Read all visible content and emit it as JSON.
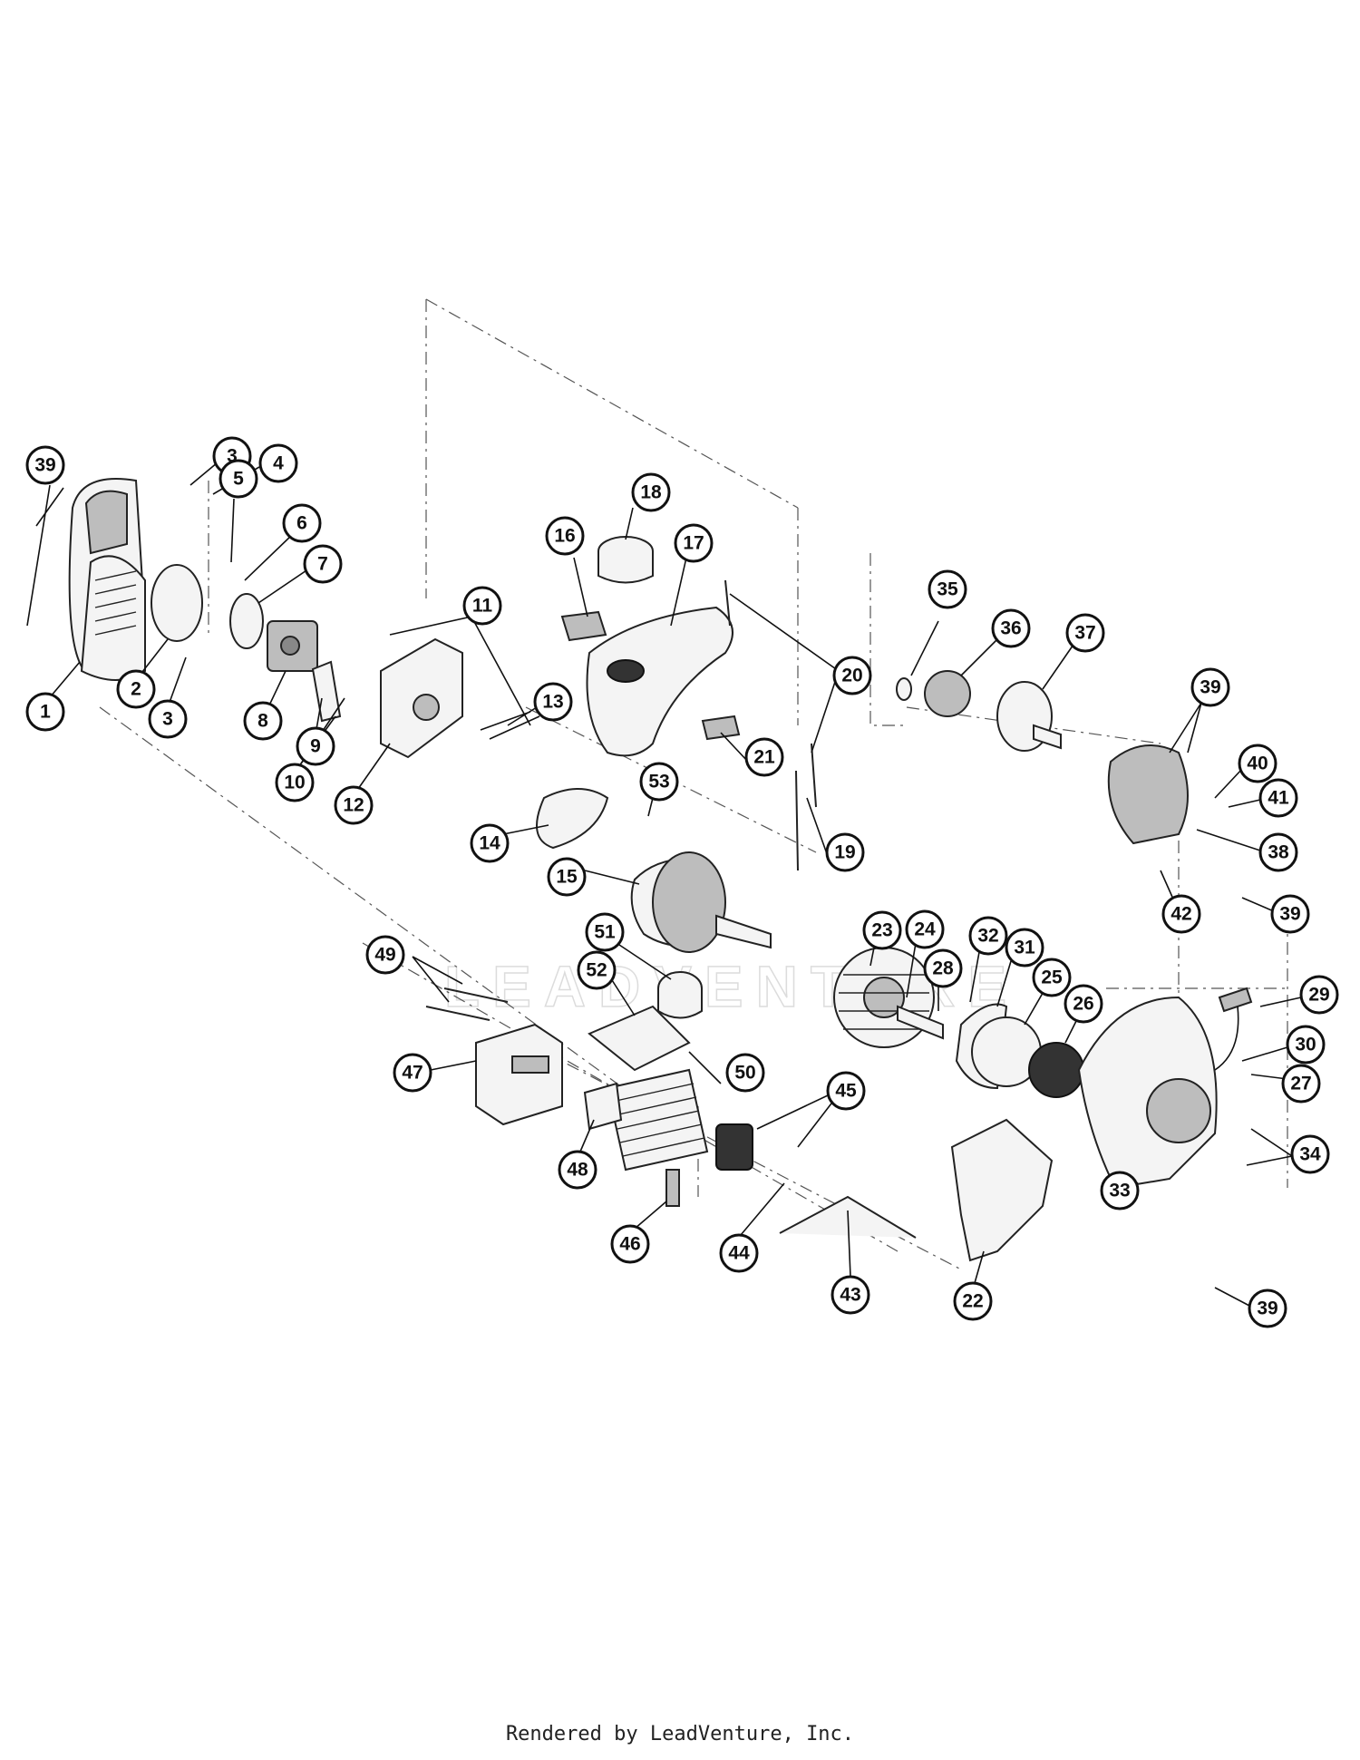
{
  "watermark": "LEADVENTURE",
  "footer": "Rendered by LeadVenture, Inc.",
  "callouts": [
    "39",
    "3",
    "4",
    "5",
    "6",
    "7",
    "1",
    "2",
    "3",
    "8",
    "9",
    "10",
    "11",
    "12",
    "13",
    "14",
    "16",
    "18",
    "17",
    "20",
    "21",
    "19",
    "53",
    "15",
    "51",
    "52",
    "50",
    "23",
    "24",
    "28",
    "32",
    "31",
    "25",
    "26",
    "35",
    "36",
    "37",
    "39",
    "40",
    "41",
    "38",
    "42",
    "39",
    "29",
    "30",
    "27",
    "34",
    "33",
    "39",
    "49",
    "47",
    "48",
    "46",
    "45",
    "44",
    "43",
    "22"
  ]
}
